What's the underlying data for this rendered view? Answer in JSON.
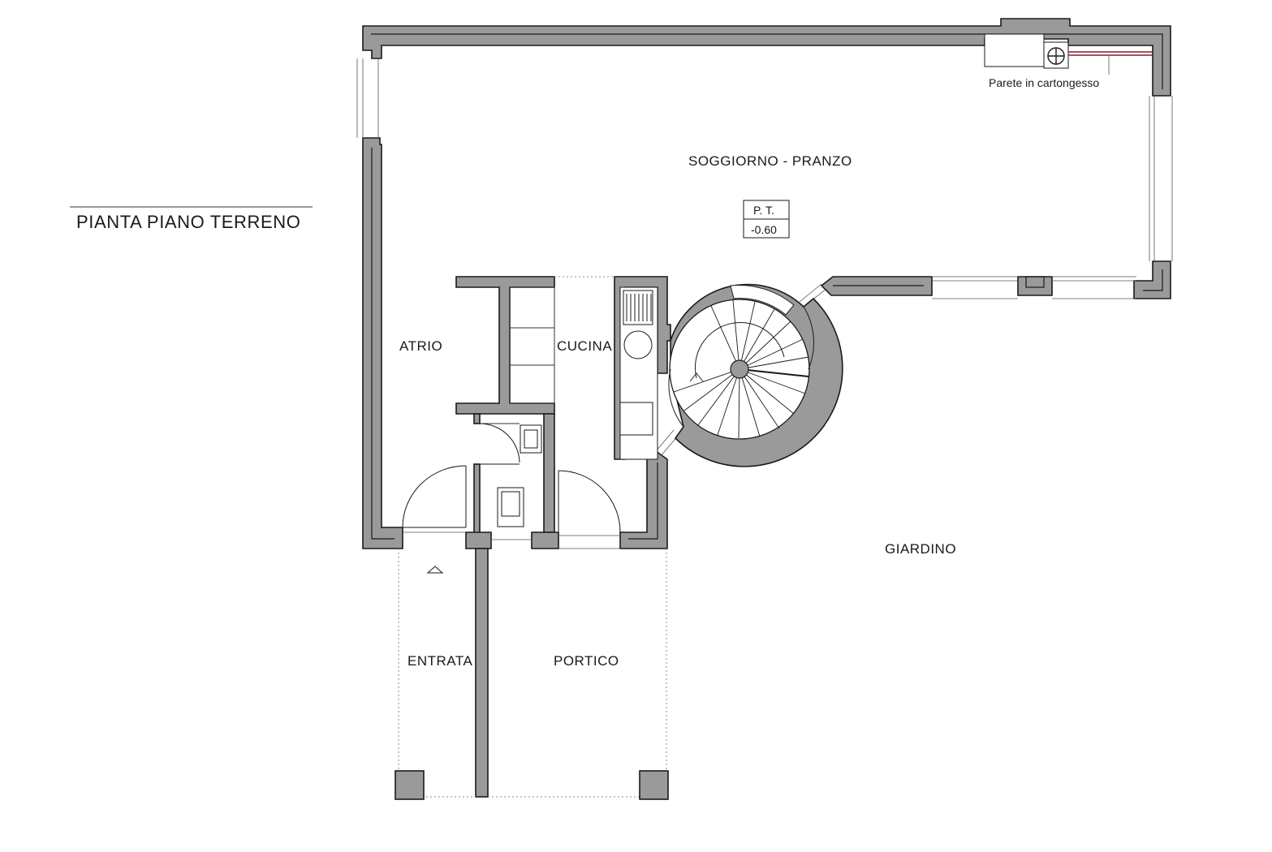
{
  "title": "PIANTA  PIANO TERRENO",
  "rooms": {
    "soggiorno": "SOGGIORNO - PRANZO",
    "atrio": "ATRIO",
    "cucina": "CUCINA",
    "giardino": "GIARDINO",
    "entrata": "ENTRATA",
    "portico": "PORTICO"
  },
  "level_tag": {
    "line1": "P. T.",
    "line2": "-0.60"
  },
  "note": "Parete in cartongesso",
  "colors": {
    "wall_fill": "#9a9a9a",
    "drywall_accent": "#8b1a2a",
    "line": "#1a1a1a"
  }
}
